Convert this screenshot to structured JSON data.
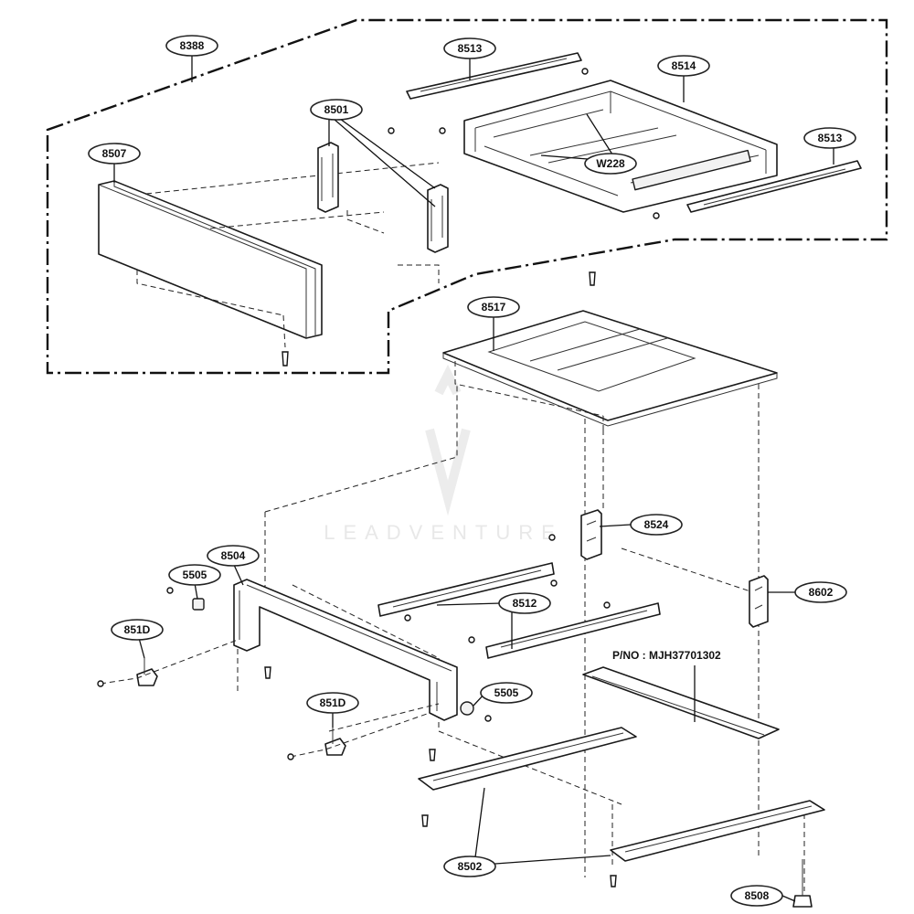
{
  "labels": {
    "l8388": "8388",
    "l8513a": "8513",
    "l8514": "8514",
    "l8501": "8501",
    "l8507": "8507",
    "l8513b": "8513",
    "lW228": "W228",
    "l8517": "8517",
    "l8524": "8524",
    "l8504": "8504",
    "l5505a": "5505",
    "l8512": "8512",
    "l8602": "8602",
    "l851Da": "851D",
    "l5505b": "5505",
    "l851Db": "851D",
    "l8502": "8502",
    "l8508": "8508"
  },
  "part_number": "P/NO : MJH37701302",
  "watermark": "LEADVENTURE",
  "colors": {
    "line": "#1a1a1a",
    "background": "#ffffff",
    "watermark": "#e8e8e8"
  }
}
